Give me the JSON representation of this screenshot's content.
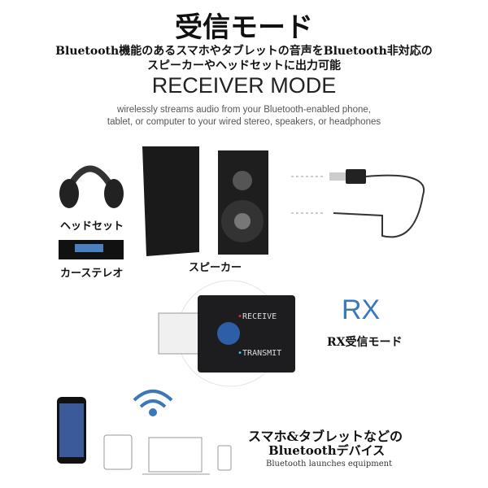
{
  "header": {
    "title": "受信モード",
    "desc_line1": "Bluetooth機能のあるスマホやタブレットの音声をBluetooth非対応の",
    "desc_line2": "スピーカーやヘッドセットに出力可能",
    "mode": "RECEIVER MODE",
    "en_line1": "wirelessly streams audio from your Bluetooth-enabled phone,",
    "en_line2": "tablet, or computer to your wired stereo, speakers, or headphones"
  },
  "outputs": {
    "headset": "ヘッドセット",
    "car_stereo": "カーステレオ",
    "speaker": "スピーカー"
  },
  "device": {
    "receive": "RECEIVE",
    "transmit": "TRANSMIT",
    "receive_color": "#e0304a",
    "transmit_color": "#40d0e0"
  },
  "mode": {
    "rx": "RX",
    "rx_label": "RX受信モード"
  },
  "sources": {
    "line1": "スマホ&タブレットなどの",
    "line2": "Bluetoothデバイス",
    "line3": "Bluetooth launches equipment"
  }
}
